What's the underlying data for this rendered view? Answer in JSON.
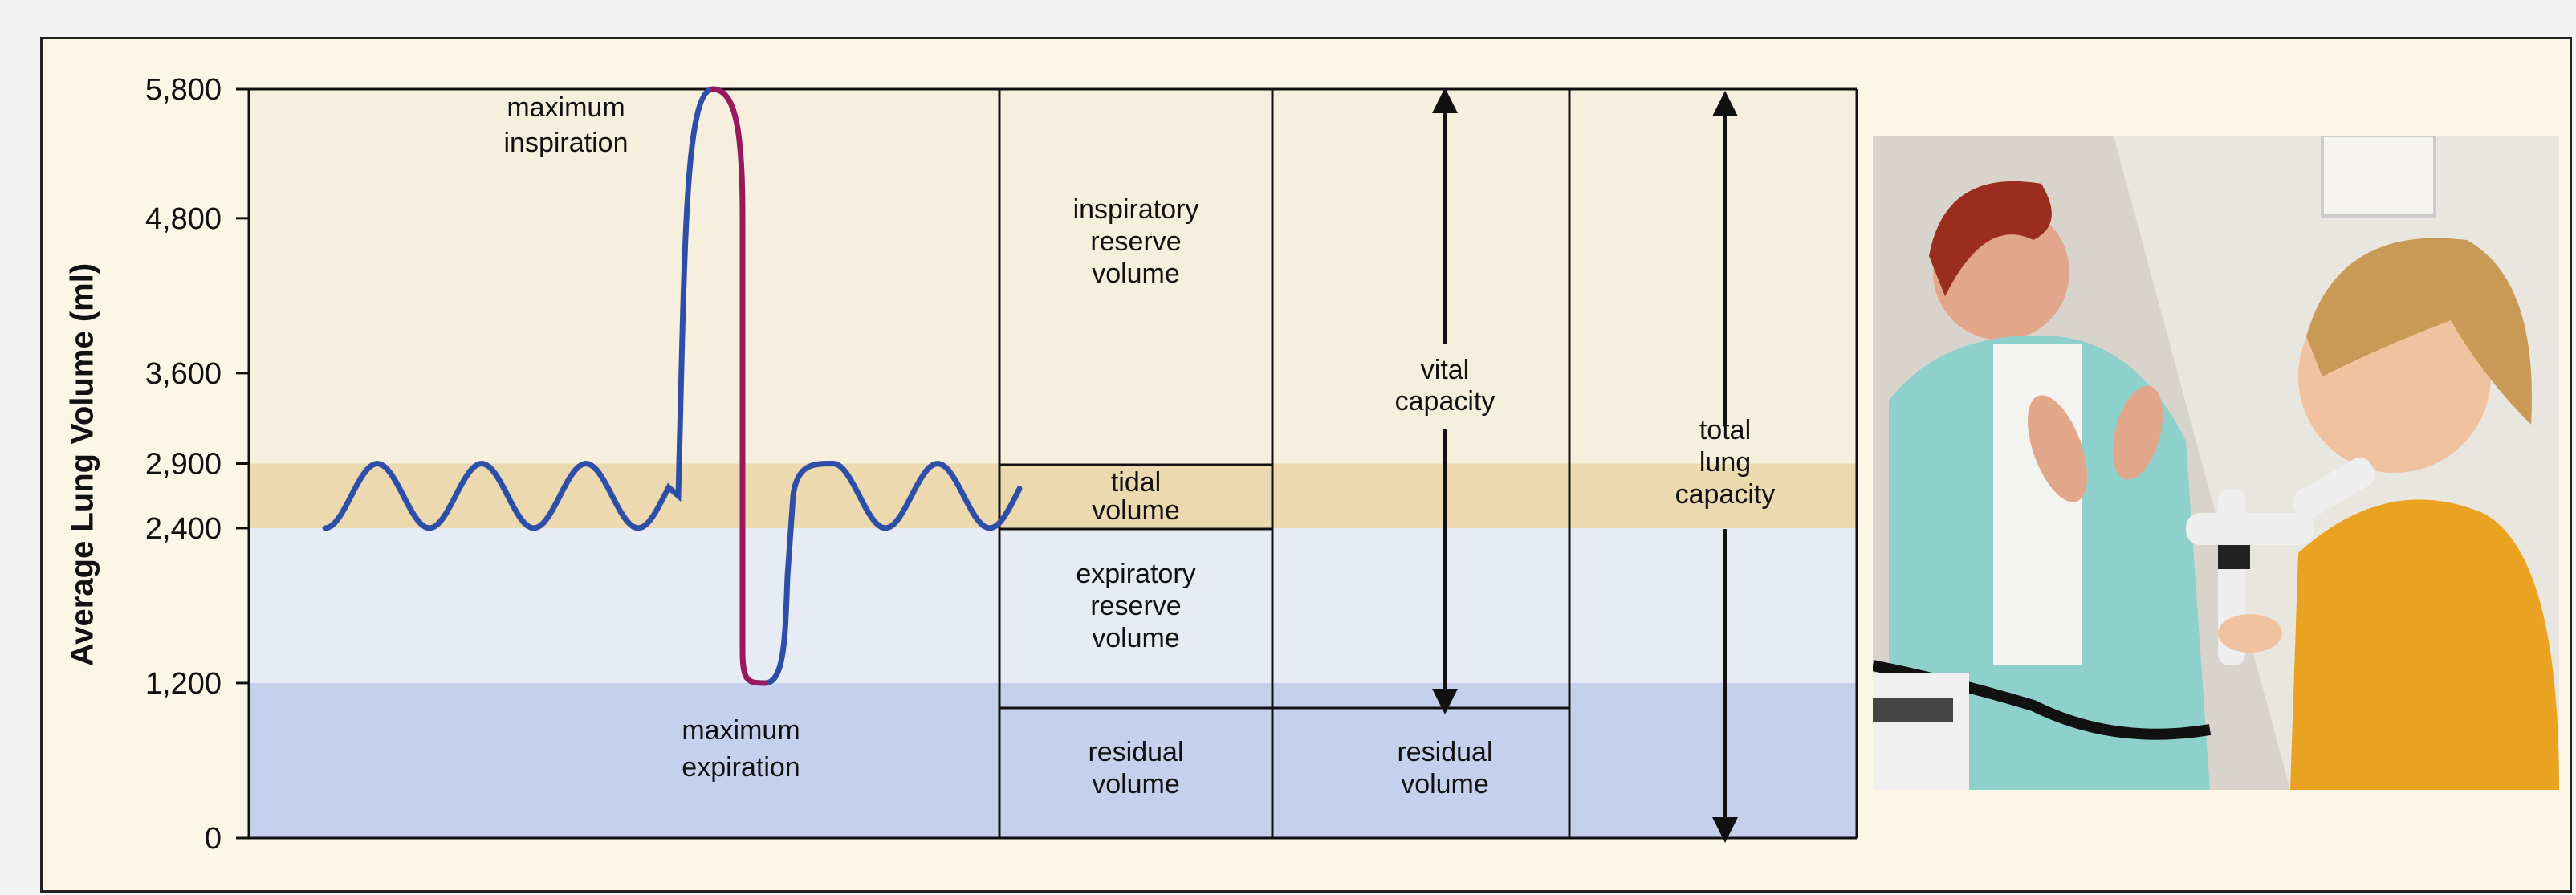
{
  "y_axis": {
    "label": "Average Lung Volume (ml)",
    "ticks": [
      "5,800",
      "4,800",
      "3,600",
      "2,900",
      "2,400",
      "1,200",
      "0"
    ]
  },
  "trace_labels": {
    "max_inspiration": [
      "maximum",
      "inspiration"
    ],
    "max_expiration": [
      "maximum",
      "expiration"
    ]
  },
  "volumes": {
    "inspiratory_reserve": [
      "inspiratory",
      "reserve",
      "volume"
    ],
    "tidal": [
      "tidal",
      "volume"
    ],
    "expiratory_reserve": [
      "expiratory",
      "reserve",
      "volume"
    ],
    "residual": [
      "residual",
      "volume"
    ]
  },
  "capacities": {
    "vital": [
      "vital",
      "capacity"
    ],
    "residual": [
      "residual",
      "volume"
    ],
    "total_lung": [
      "total",
      "lung",
      "capacity"
    ]
  },
  "chart_data": {
    "type": "diagram",
    "ylabel": "Average Lung Volume (ml)",
    "yticks": [
      5800,
      4800,
      3600,
      2900,
      2400,
      1200,
      0
    ],
    "ylim": [
      0,
      5800
    ],
    "levels": {
      "residual_top": 1200,
      "expiratory_reserve_top": 2400,
      "tidal_top": 2900,
      "max": 5800
    },
    "bands": [
      {
        "name": "inspiratory reserve volume",
        "from": 2900,
        "to": 5800,
        "color": "#f7efdd"
      },
      {
        "name": "tidal volume",
        "from": 2400,
        "to": 2900,
        "color": "#ecd9b0"
      },
      {
        "name": "expiratory reserve volume",
        "from": 1200,
        "to": 2400,
        "color": "#e7ebf4"
      },
      {
        "name": "residual volume",
        "from": 0,
        "to": 1200,
        "color": "#c5d0ec"
      }
    ],
    "trace": {
      "baseline_low": 2400,
      "baseline_high": 2900,
      "max_inspiration": 5800,
      "max_expiration": 1200,
      "inspiration_color": "#2e4fa8",
      "expiration_color": "#98195e"
    }
  },
  "photo": {
    "subject": "spirometer test",
    "colors": {
      "wall": "#d9d4cb",
      "nurse_top": "#8ed0cc",
      "child_top": "#e9a321",
      "device": "#eeeeee"
    }
  }
}
